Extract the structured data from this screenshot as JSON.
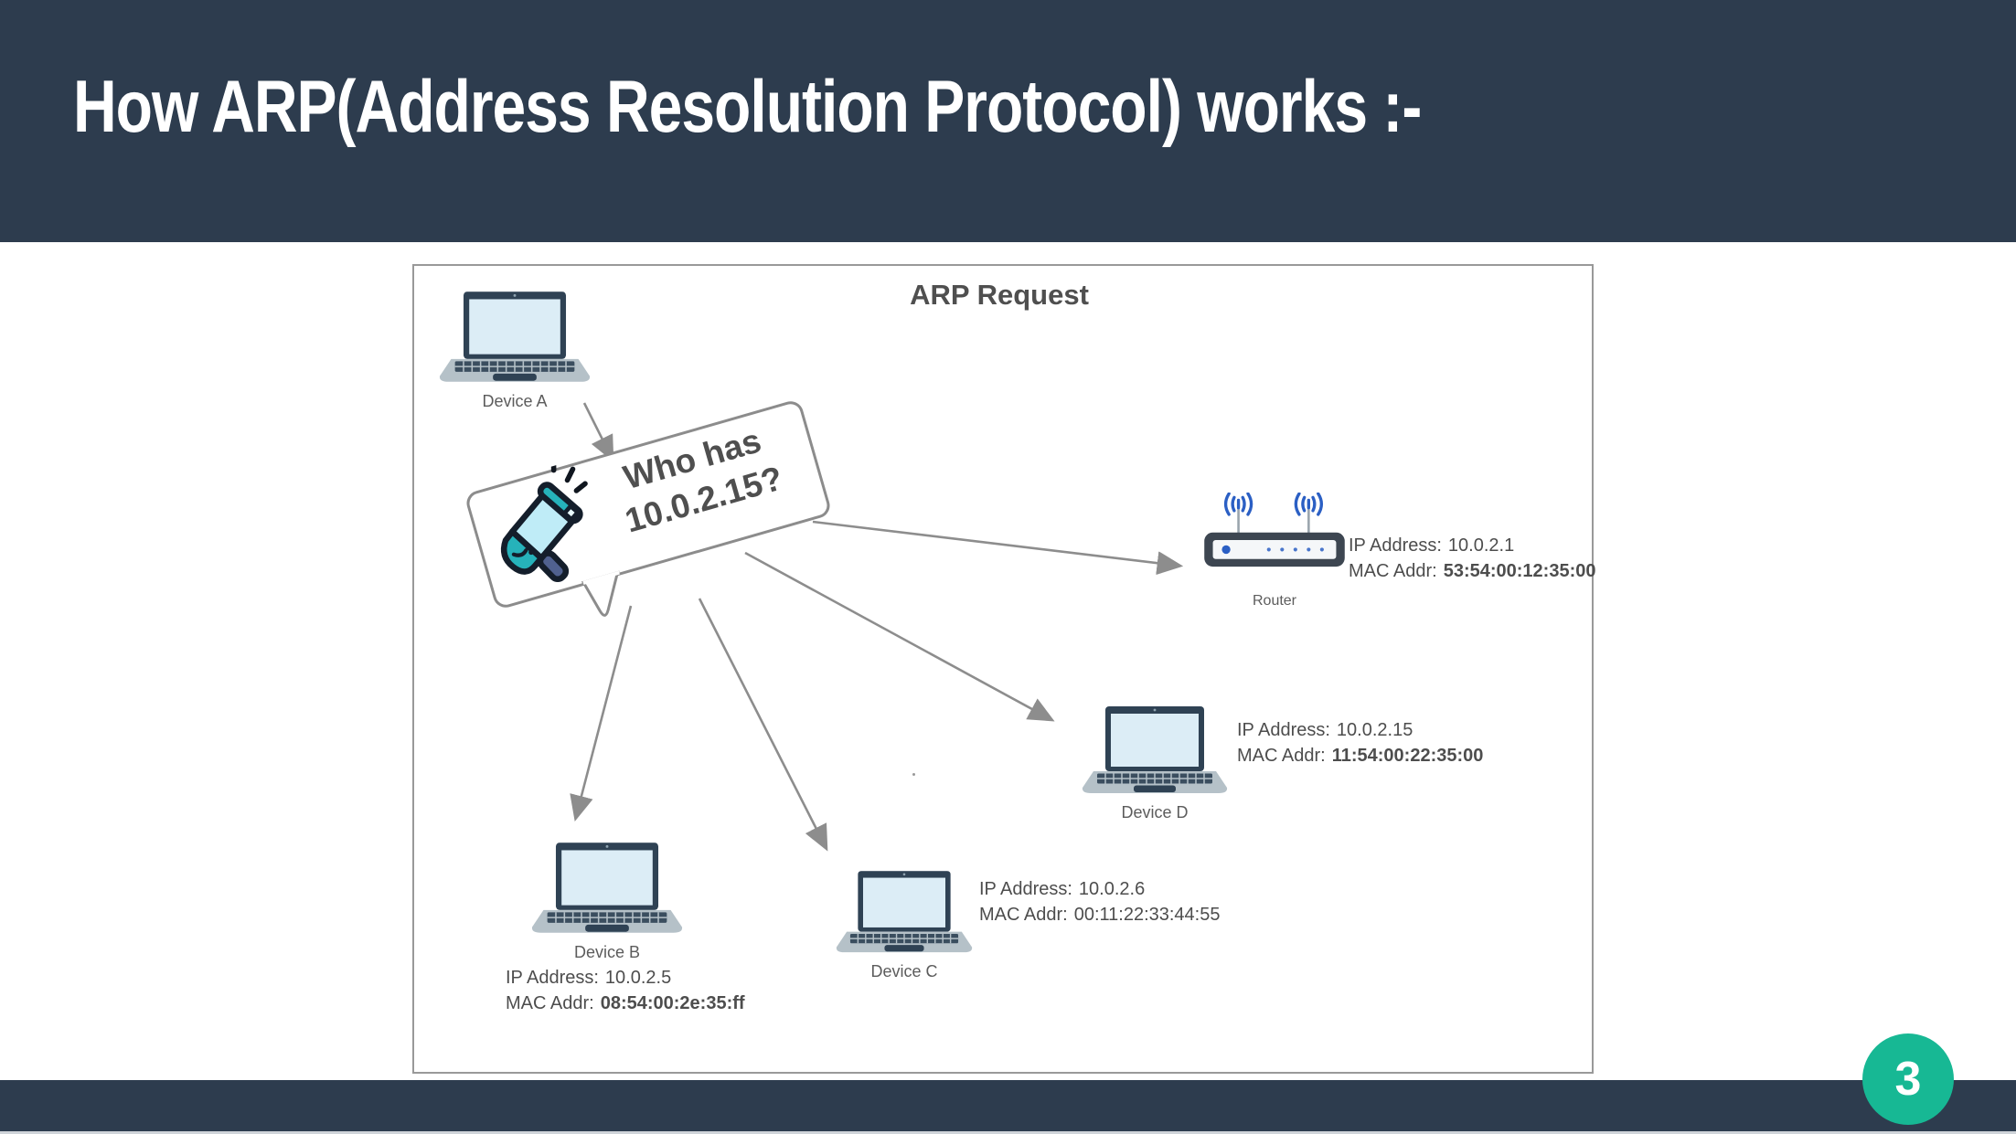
{
  "slide": {
    "title": "How ARP(Address Resolution Protocol) works :-",
    "page_number": "3",
    "colors": {
      "header_bg": "#2d3c4e",
      "footer_bg": "#2d3c4e",
      "badge_teal": "#17b894",
      "arrow_gray": "#8d8d8d",
      "diagram_border": "#999999",
      "wifi_blue": "#2b5fc4",
      "megaphone_teal": "#26b2ba"
    },
    "icons": [
      "laptop-icon",
      "router-icon",
      "wifi-signal-icon",
      "megaphone-icon",
      "speech-bubble-tail"
    ]
  },
  "diagram": {
    "title": "ARP Request",
    "bubble": {
      "line1": "Who has",
      "line2": "10.0.2.15?"
    },
    "device_a": {
      "label": "Device A"
    },
    "device_b": {
      "label": "Device B",
      "ip_label": "IP Address:",
      "ip_value": "10.0.2.5",
      "mac_label": "MAC Addr:",
      "mac_value": "08:54:00:2e:35:ff"
    },
    "device_c": {
      "label": "Device C",
      "ip_label": "IP Address:",
      "ip_value": "10.0.2.6",
      "mac_label": "MAC Addr:",
      "mac_value": "00:11:22:33:44:55"
    },
    "device_d": {
      "label": "Device D",
      "ip_label": "IP Address:",
      "ip_value": "10.0.2.15",
      "mac_label": "MAC Addr:",
      "mac_value": "11:54:00:22:35:00"
    },
    "router": {
      "label": "Router",
      "ip_label": "IP Address:",
      "ip_value": "10.0.2.1",
      "mac_label": "MAC Addr:",
      "mac_value": "53:54:00:12:35:00"
    }
  }
}
